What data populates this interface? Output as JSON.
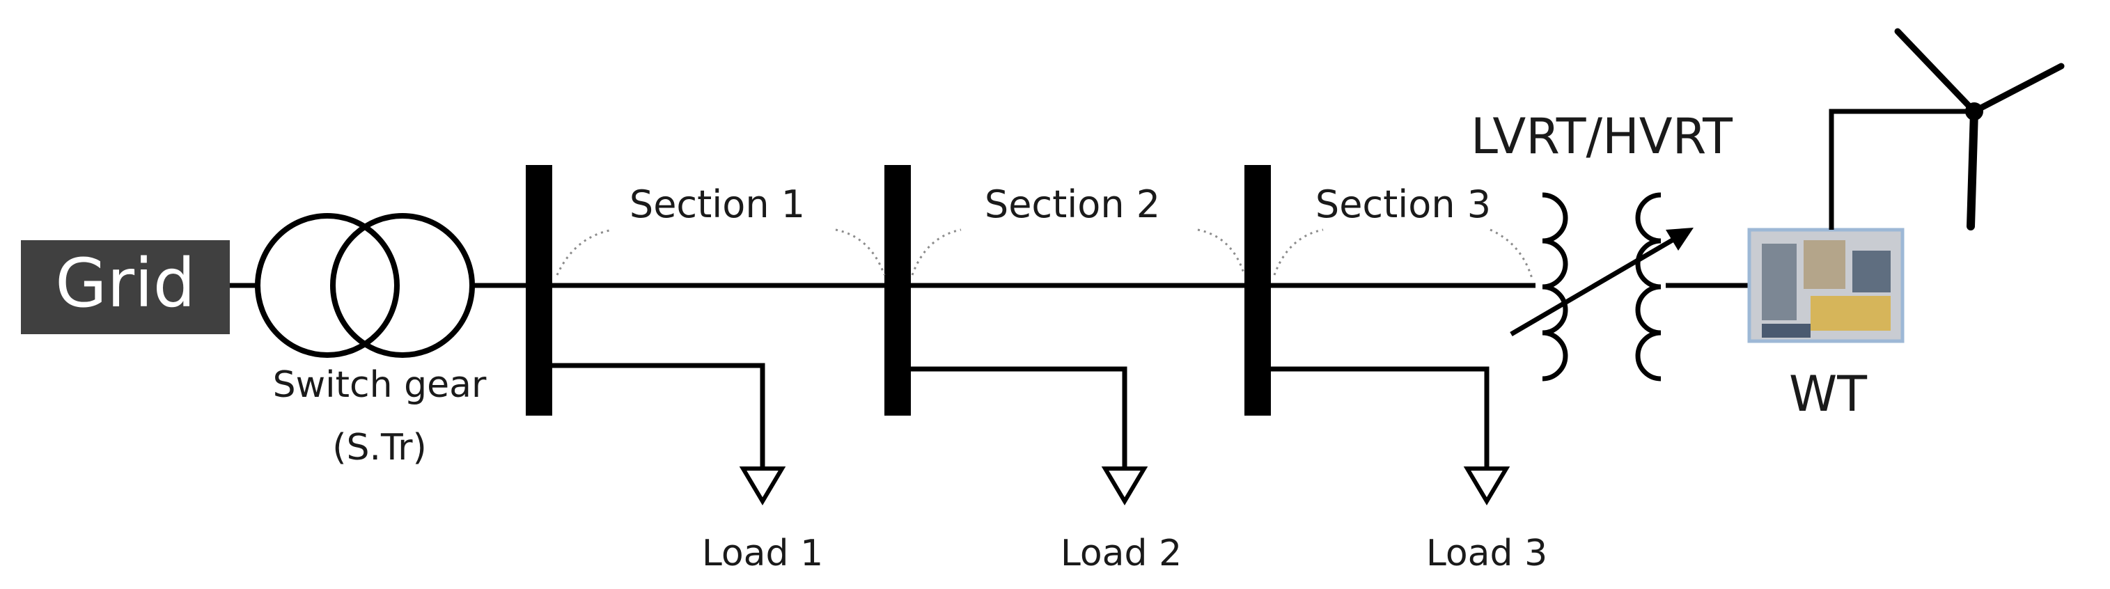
{
  "labels": {
    "grid": "Grid",
    "switchgear_line1": "Switch gear",
    "switchgear_line2": "(S.Tr)",
    "section1": "Section 1",
    "section2": "Section 2",
    "section3": "Section 3",
    "lvrt": "LVRT/HVRT",
    "wt": "WT",
    "load1": "Load 1",
    "load2": "Load 2",
    "load3": "Load 3"
  },
  "colors": {
    "line": "#000000",
    "grid_box": "#404040",
    "grid_text": "#ffffff",
    "section_arc": "#8c8c8c",
    "photo_frame": "#9db8d6"
  },
  "icons": {
    "transformer": "two-circle-transformer-icon",
    "regulating_transformer": "variable-coil-transformer-icon",
    "wind_turbine": "wind-turbine-icon",
    "wt_photo": "wind-turbine-photo",
    "load": "load-arrow-icon"
  }
}
